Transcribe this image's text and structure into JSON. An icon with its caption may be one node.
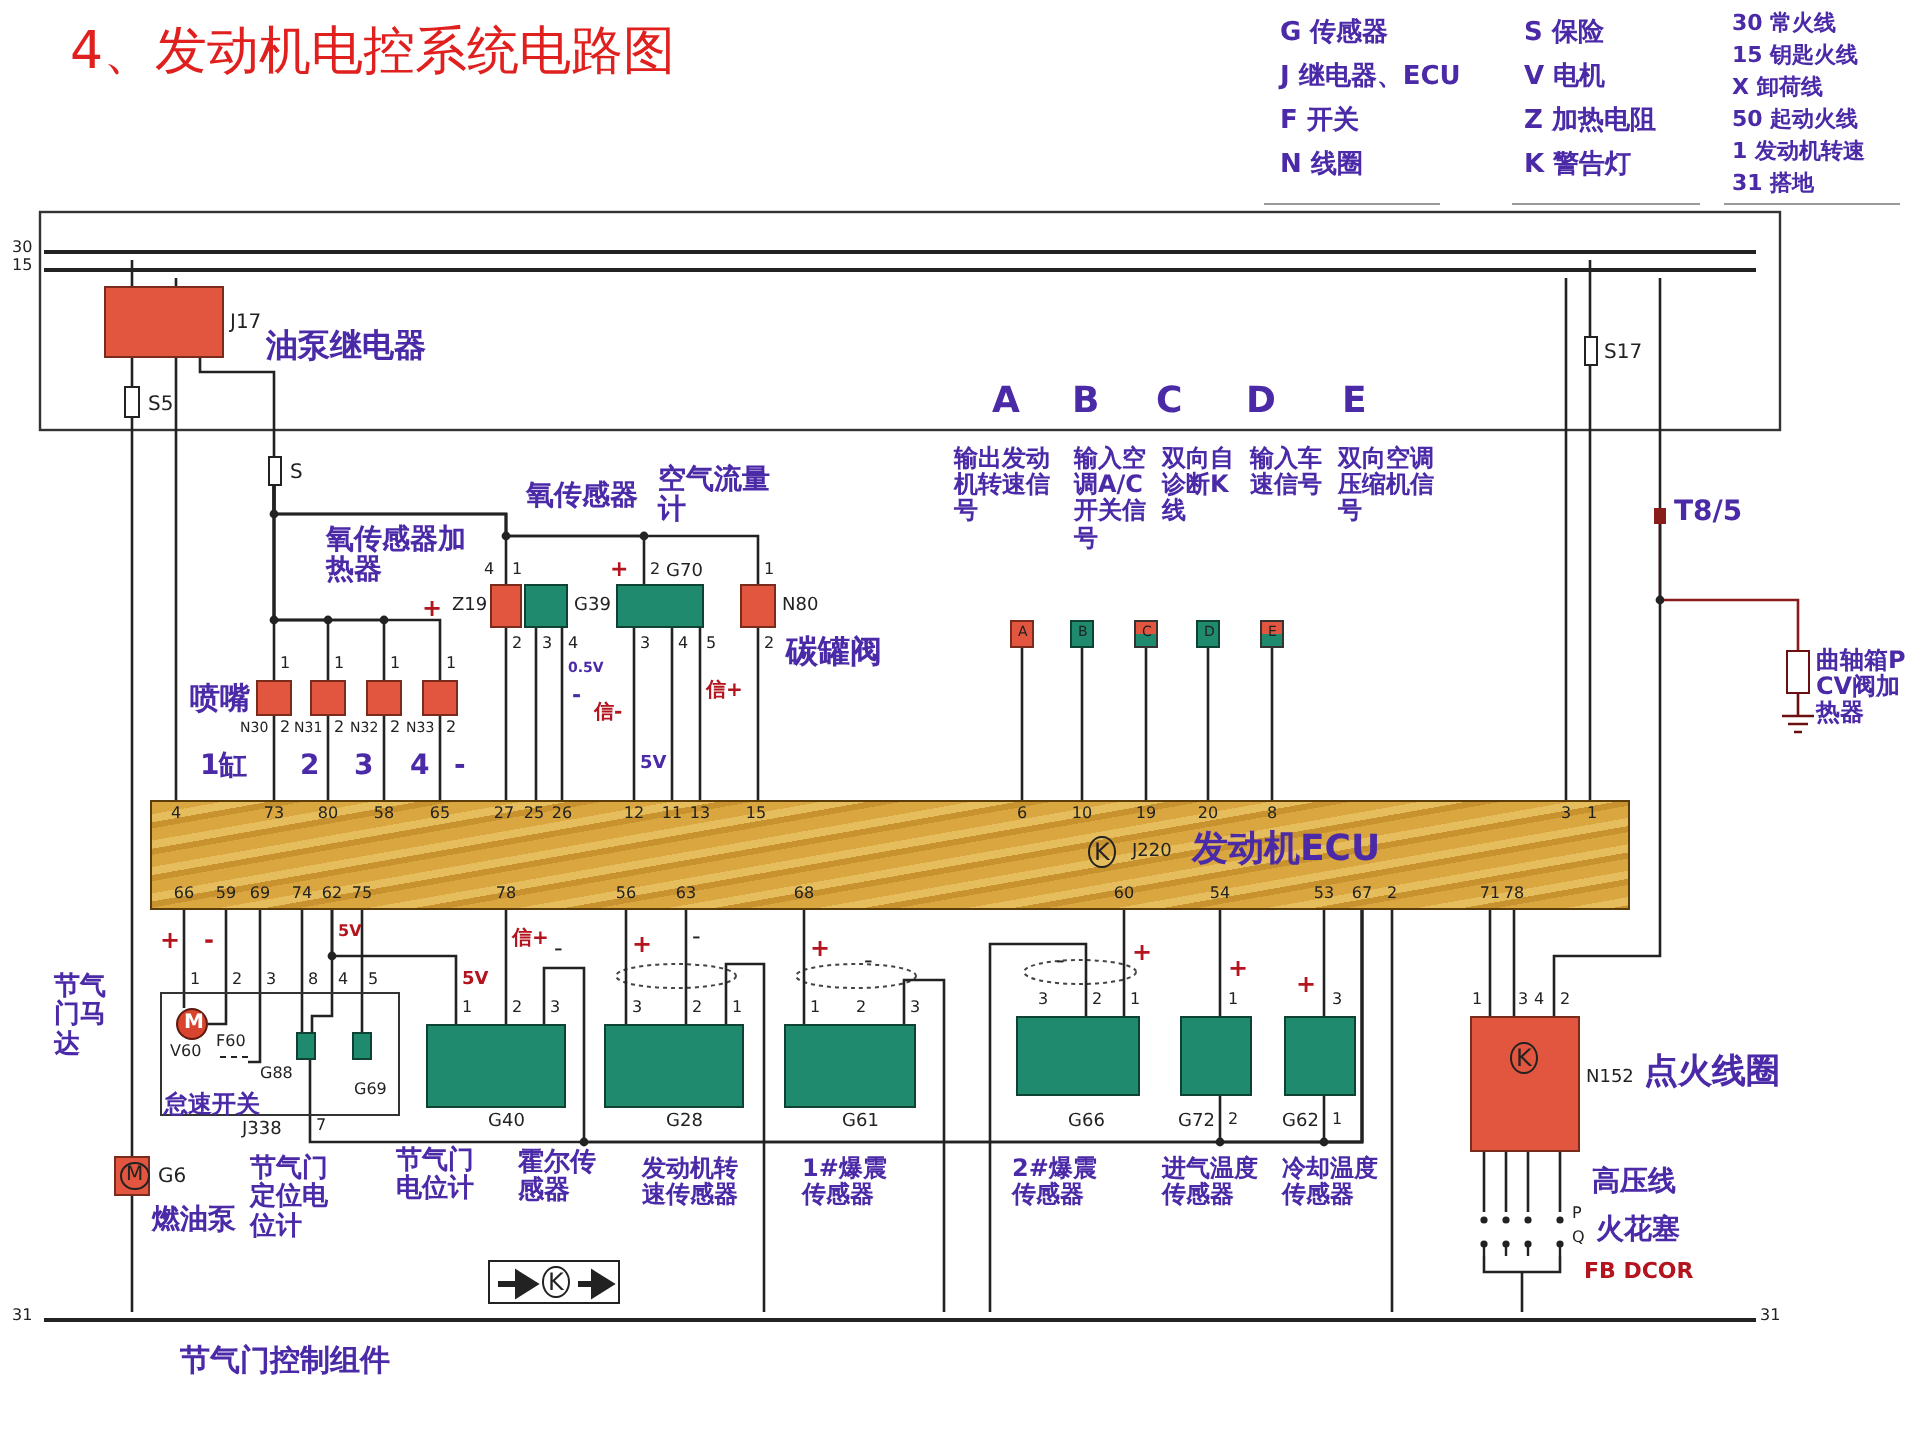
{
  "diagram": {
    "title": "4、发动机电控系统电路图",
    "nodes": [
      {
        "text": [
          "30"
        ]
      },
      {
        "text": [
          "15"
        ]
      },
      {
        "text": [
          "31",
          "31"
        ]
      },
      {
        "text": [
          "J17"
        ],
        "beside": [
          "油泵继电器"
        ]
      },
      {
        "text": [
          "S5"
        ]
      },
      {
        "text": [
          "S"
        ]
      },
      {
        "text": [
          "S17"
        ]
      },
      {
        "text": [
          "N30"
        ],
        "beside": [
          "喷嘴"
        ]
      },
      {
        "text": [
          "N31"
        ]
      },
      {
        "text": [
          "N32"
        ]
      },
      {
        "text": [
          "N33"
        ]
      },
      {
        "text": [
          "Z19"
        ],
        "beside": [
          "氧传感器加热器"
        ]
      },
      {
        "text": [
          "G39"
        ],
        "beside": [
          "氧传感器"
        ]
      },
      {
        "text": [
          "G70"
        ],
        "beside": [
          "空气流量计"
        ]
      },
      {
        "text": [
          "N80"
        ],
        "beside": [
          "碳罐阀"
        ]
      },
      {
        "text": [
          "A"
        ],
        "beside": [
          "A",
          "输出发动机转速信号"
        ]
      },
      {
        "text": [
          "B"
        ],
        "beside": [
          "B",
          "输入空调A/C开关信号"
        ]
      },
      {
        "text": [
          "C"
        ],
        "beside": [
          "C",
          "双向自诊断K线"
        ]
      },
      {
        "text": [
          "D"
        ],
        "beside": [
          "D",
          "输入车速信号"
        ]
      },
      {
        "text": [
          "E"
        ],
        "beside": [
          "E",
          "双向空调压缩机信号"
        ]
      },
      {
        "text": [
          "K",
          "J220",
          "发动机ECU"
        ]
      },
      {
        "text": [
          "T8/5"
        ]
      },
      {
        "text": [],
        "shape": "box",
        "beside": [
          "曲轴箱PCV阀加热器"
        ]
      },
      {
        "text": [
          "J338"
        ]
      },
      {
        "text": [
          "M",
          "V60"
        ],
        "in": 23,
        "beside": [
          "节气门马达"
        ]
      },
      {
        "text": [
          "F60"
        ],
        "in": 23,
        "beside": [
          "怠速开关"
        ]
      },
      {
        "text": [
          "G88"
        ],
        "in": 23,
        "beside": [
          "节气门定位电位计"
        ]
      },
      {
        "text": [
          "G69"
        ],
        "in": 23
      },
      {
        "text": [
          "M",
          "G6"
        ],
        "beside": [
          "燃油泵"
        ]
      },
      {
        "text": [
          "G40"
        ],
        "beside": [
          "霍尔传感器"
        ]
      },
      {
        "text": [
          "K"
        ]
      },
      {
        "text": [
          "G28"
        ],
        "beside": [
          "发动机转速传感器"
        ]
      },
      {
        "text": [
          "G61"
        ],
        "beside": [
          "1#爆震传感器"
        ]
      },
      {
        "text": [
          "G66"
        ],
        "beside": [
          "2#爆震传感器"
        ]
      },
      {
        "text": [
          "G72"
        ],
        "beside": [
          "进气温度传感器"
        ]
      },
      {
        "text": [
          "G62"
        ],
        "beside": [
          "冷却温度传感器"
        ]
      },
      {
        "text": [
          "K",
          "N152"
        ],
        "beside": [
          "点火线圈"
        ]
      },
      {
        "text": [],
        "shape": "picture"
      }
    ],
    "edges": [
      {
        "from": 3,
        "to": 0,
        "arrow": "none"
      },
      {
        "from": 3,
        "to": 1,
        "arrow": "none"
      },
      {
        "from": 3,
        "to": 4,
        "arrow": "none"
      },
      {
        "from": 4,
        "to": 28,
        "arrow": "none"
      },
      {
        "from": 3,
        "to": 20,
        "arrow": "none"
      },
      {
        "from": 3,
        "to": 5,
        "arrow": "none"
      },
      {
        "from": 5,
        "to": 7,
        "arrow": "none"
      },
      {
        "from": 5,
        "to": 8,
        "arrow": "none"
      },
      {
        "from": 5,
        "to": 9,
        "arrow": "none"
      },
      {
        "from": 5,
        "to": 10,
        "arrow": "none"
      },
      {
        "from": 5,
        "to": 11,
        "arrow": "none"
      },
      {
        "from": 5,
        "to": 13,
        "arrow": "none"
      },
      {
        "from": 5,
        "to": 14,
        "arrow": "none"
      },
      {
        "from": 7,
        "to": 20,
        "arrow": "none"
      },
      {
        "from": 8,
        "to": 20,
        "arrow": "none"
      },
      {
        "from": 9,
        "to": 20,
        "arrow": "none"
      },
      {
        "from": 10,
        "to": 20,
        "arrow": "none"
      },
      {
        "from": 11,
        "to": 20,
        "arrow": "none"
      },
      {
        "from": 12,
        "to": 20,
        "arrow": "none"
      },
      {
        "from": 12,
        "to": 20,
        "arrow": "none"
      },
      {
        "from": 13,
        "to": 20,
        "arrow": "none"
      },
      {
        "from": 13,
        "to": 20,
        "arrow": "none"
      },
      {
        "from": 13,
        "to": 20,
        "arrow": "none"
      },
      {
        "from": 14,
        "to": 20,
        "arrow": "none"
      },
      {
        "from": 15,
        "to": 20,
        "arrow": "none"
      },
      {
        "from": 16,
        "to": 20,
        "arrow": "none"
      },
      {
        "from": 17,
        "to": 20,
        "arrow": "none"
      },
      {
        "from": 18,
        "to": 20,
        "arrow": "none"
      },
      {
        "from": 19,
        "to": 20,
        "arrow": "none"
      },
      {
        "from": 0,
        "to": 6,
        "arrow": "none"
      },
      {
        "from": 6,
        "to": 20,
        "arrow": "none"
      },
      {
        "from": 1,
        "to": 20,
        "arrow": "none"
      },
      {
        "from": 1,
        "to": 21,
        "arrow": "none"
      },
      {
        "from": 21,
        "to": 22,
        "arrow": "none",
        "color": "#8a1b1b"
      },
      {
        "from": 21,
        "to": 36,
        "arrow": "none"
      },
      {
        "from": 20,
        "to": 24,
        "arrow": "none"
      },
      {
        "from": 20,
        "to": 24,
        "arrow": "none"
      },
      {
        "from": 20,
        "to": 25,
        "arrow": "none"
      },
      {
        "from": 20,
        "to": 26,
        "arrow": "none"
      },
      {
        "from": 20,
        "to": 26,
        "arrow": "none"
      },
      {
        "from": 20,
        "to": 27,
        "arrow": "none"
      },
      {
        "from": 20,
        "to": 29,
        "arrow": "none"
      },
      {
        "from": 20,
        "to": 29,
        "arrow": "none"
      },
      {
        "from": 29,
        "to": 20,
        "arrow": "none"
      },
      {
        "from": 26,
        "to": 20,
        "arrow": "none"
      },
      {
        "from": 34,
        "to": 20,
        "arrow": "none"
      },
      {
        "from": 35,
        "to": 20,
        "arrow": "none"
      },
      {
        "from": 20,
        "to": 31,
        "arrow": "none"
      },
      {
        "from": 20,
        "to": 31,
        "arrow": "none"
      },
      {
        "from": 31,
        "to": 2,
        "arrow": "none"
      },
      {
        "from": 20,
        "to": 32,
        "arrow": "none"
      },
      {
        "from": 32,
        "to": 2,
        "arrow": "none"
      },
      {
        "from": 20,
        "to": 33,
        "arrow": "none"
      },
      {
        "from": 33,
        "to": 2,
        "arrow": "none"
      },
      {
        "from": 20,
        "to": 34,
        "arrow": "none"
      },
      {
        "from": 20,
        "to": 35,
        "arrow": "none"
      },
      {
        "from": 20,
        "to": 2,
        "arrow": "none"
      },
      {
        "from": 20,
        "to": 36,
        "arrow": "none"
      },
      {
        "from": 20,
        "to": 36,
        "arrow": "none"
      },
      {
        "from": 36,
        "to": 37,
        "arrow": "none"
      },
      {
        "from": 37,
        "to": 2,
        "arrow": "none"
      },
      {
        "from": 28,
        "to": 2,
        "arrow": "none"
      }
    ],
    "labels": [
      "G 传感器",
      "J 继电器、ECU",
      "F 开关",
      "N 线圈",
      "S 保险",
      "V 电机",
      "Z 加热电阻",
      "K 警告灯",
      "30 常火线",
      "15 钥匙火线",
      "X 卸荷线",
      "50 起动火线",
      "1 发动机转速",
      "31 搭地",
      "4",
      "73",
      "80",
      "58",
      "65",
      "27",
      "25",
      "26",
      "12",
      "11",
      "13",
      "15",
      "6",
      "10",
      "19",
      "20",
      "8",
      "3",
      "1",
      "66",
      "59",
      "69",
      "74",
      "62",
      "75",
      "78",
      "56",
      "63",
      "68",
      "60",
      "54",
      "53",
      "67",
      "2",
      "71",
      "78",
      "1",
      "2",
      "1",
      "2",
      "1",
      "2",
      "1",
      "2",
      "+",
      "1缸",
      "2",
      "3",
      "4",
      "-",
      "4",
      "1",
      "2",
      "3",
      "4",
      "0.5V",
      "-",
      "+",
      "2",
      "3",
      "4",
      "5",
      "信-",
      "信+",
      "5V",
      "1",
      "2",
      "+",
      "-",
      "5V",
      "1",
      "2",
      "3",
      "8",
      "4",
      "5",
      "7",
      "5V",
      "信+",
      "-",
      "1",
      "2",
      "3",
      "+",
      "-",
      "3",
      "2",
      "1",
      "+",
      "-",
      "1",
      "2",
      "3",
      "-",
      "+",
      "3",
      "2",
      "1",
      "+",
      "1",
      "2",
      "+",
      "3",
      "1",
      "1",
      "3",
      "4",
      "2",
      "高压线",
      "P",
      "Q",
      "火花塞",
      "FB DCOR",
      "节气门控制组件",
      "节气门电位计"
    ]
  }
}
